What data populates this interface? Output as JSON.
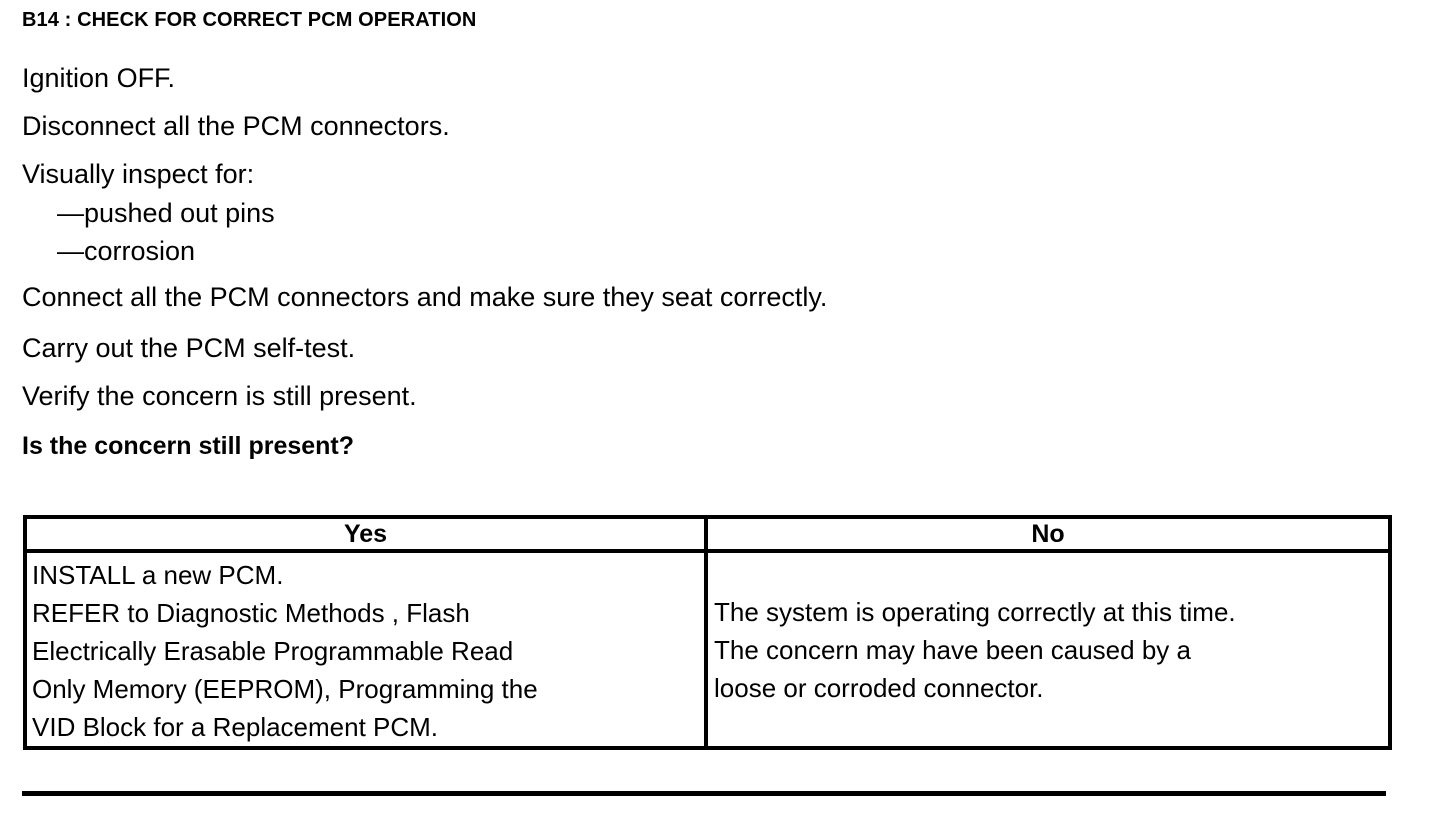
{
  "document": {
    "step_heading": "B14 : CHECK FOR CORRECT PCM OPERATION",
    "instructions": [
      {
        "text": "Ignition OFF.",
        "style": "normal"
      },
      {
        "text": "Disconnect all the PCM connectors.",
        "style": "normal"
      },
      {
        "text": "Visually inspect for:",
        "style": "normal"
      },
      {
        "text": "—pushed out pins",
        "style": "sub"
      },
      {
        "text": "—corrosion",
        "style": "sub"
      },
      {
        "text": "Connect all the PCM connectors and make sure they seat correctly.",
        "style": "after-subs"
      },
      {
        "text": "Carry out the PCM self-test.",
        "style": "normal"
      },
      {
        "text": "Verify the concern is still present.",
        "style": "normal"
      },
      {
        "text": "Is the concern still present?",
        "style": "question"
      }
    ],
    "decision_table": {
      "headers": {
        "yes": "Yes",
        "no": "No"
      },
      "yes_cell_lines": [
        "INSTALL a new PCM.",
        "REFER to Diagnostic Methods , Flash",
        "Electrically Erasable Programmable Read",
        "Only Memory  (EEPROM), Programming the",
        "VID Block for a Replacement PCM."
      ],
      "no_cell_lines": [
        "The system is operating correctly at this time.",
        "The concern may have been caused by a",
        "loose or corroded connector."
      ]
    },
    "colors": {
      "text": "#000000",
      "background": "#ffffff",
      "border": "#000000"
    }
  }
}
